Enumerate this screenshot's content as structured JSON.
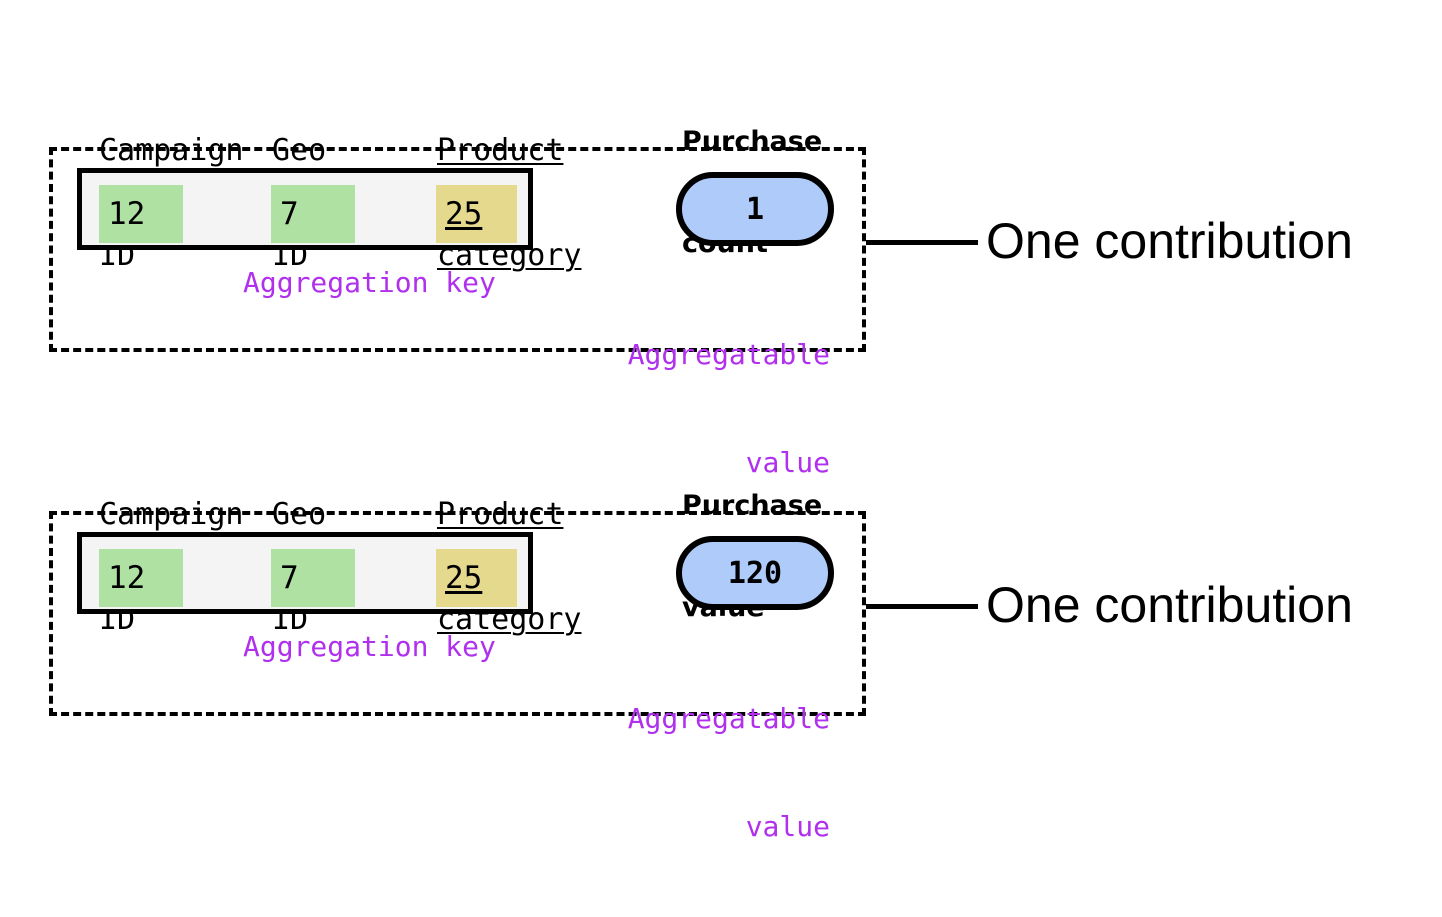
{
  "colors": {
    "key_cell_green": "#aee1a2",
    "key_cell_tan": "#e4d98d",
    "value_pill_blue": "#aecbfa",
    "annotation_purple": "#b030ee",
    "key_row_background": "#f4f4f4",
    "stroke": "#000000",
    "page_background": "#ffffff"
  },
  "blocks": [
    {
      "headers": {
        "campaign_line1": "Campaign",
        "campaign_line2": "ID",
        "geo_line1": "Geo",
        "geo_line2": "ID",
        "product_line1": "Product",
        "product_line2": "category",
        "metric_line1": "Purchase",
        "metric_line2": "count"
      },
      "key_cells": {
        "campaign_id": "12",
        "geo_id": "7",
        "product_category": "25"
      },
      "annotations": {
        "key_label": "Aggregation key",
        "value_label_line1": "Aggregatable",
        "value_label_line2": "value"
      },
      "aggregatable_value": "1",
      "callout": "One contribution"
    },
    {
      "headers": {
        "campaign_line1": "Campaign",
        "campaign_line2": "ID",
        "geo_line1": "Geo",
        "geo_line2": "ID",
        "product_line1": "Product",
        "product_line2": "category",
        "metric_line1": "Purchase",
        "metric_line2": "value"
      },
      "key_cells": {
        "campaign_id": "12",
        "geo_id": "7",
        "product_category": "25"
      },
      "annotations": {
        "key_label": "Aggregation key",
        "value_label_line1": "Aggregatable",
        "value_label_line2": "value"
      },
      "aggregatable_value": "120",
      "callout": "One contribution"
    }
  ]
}
